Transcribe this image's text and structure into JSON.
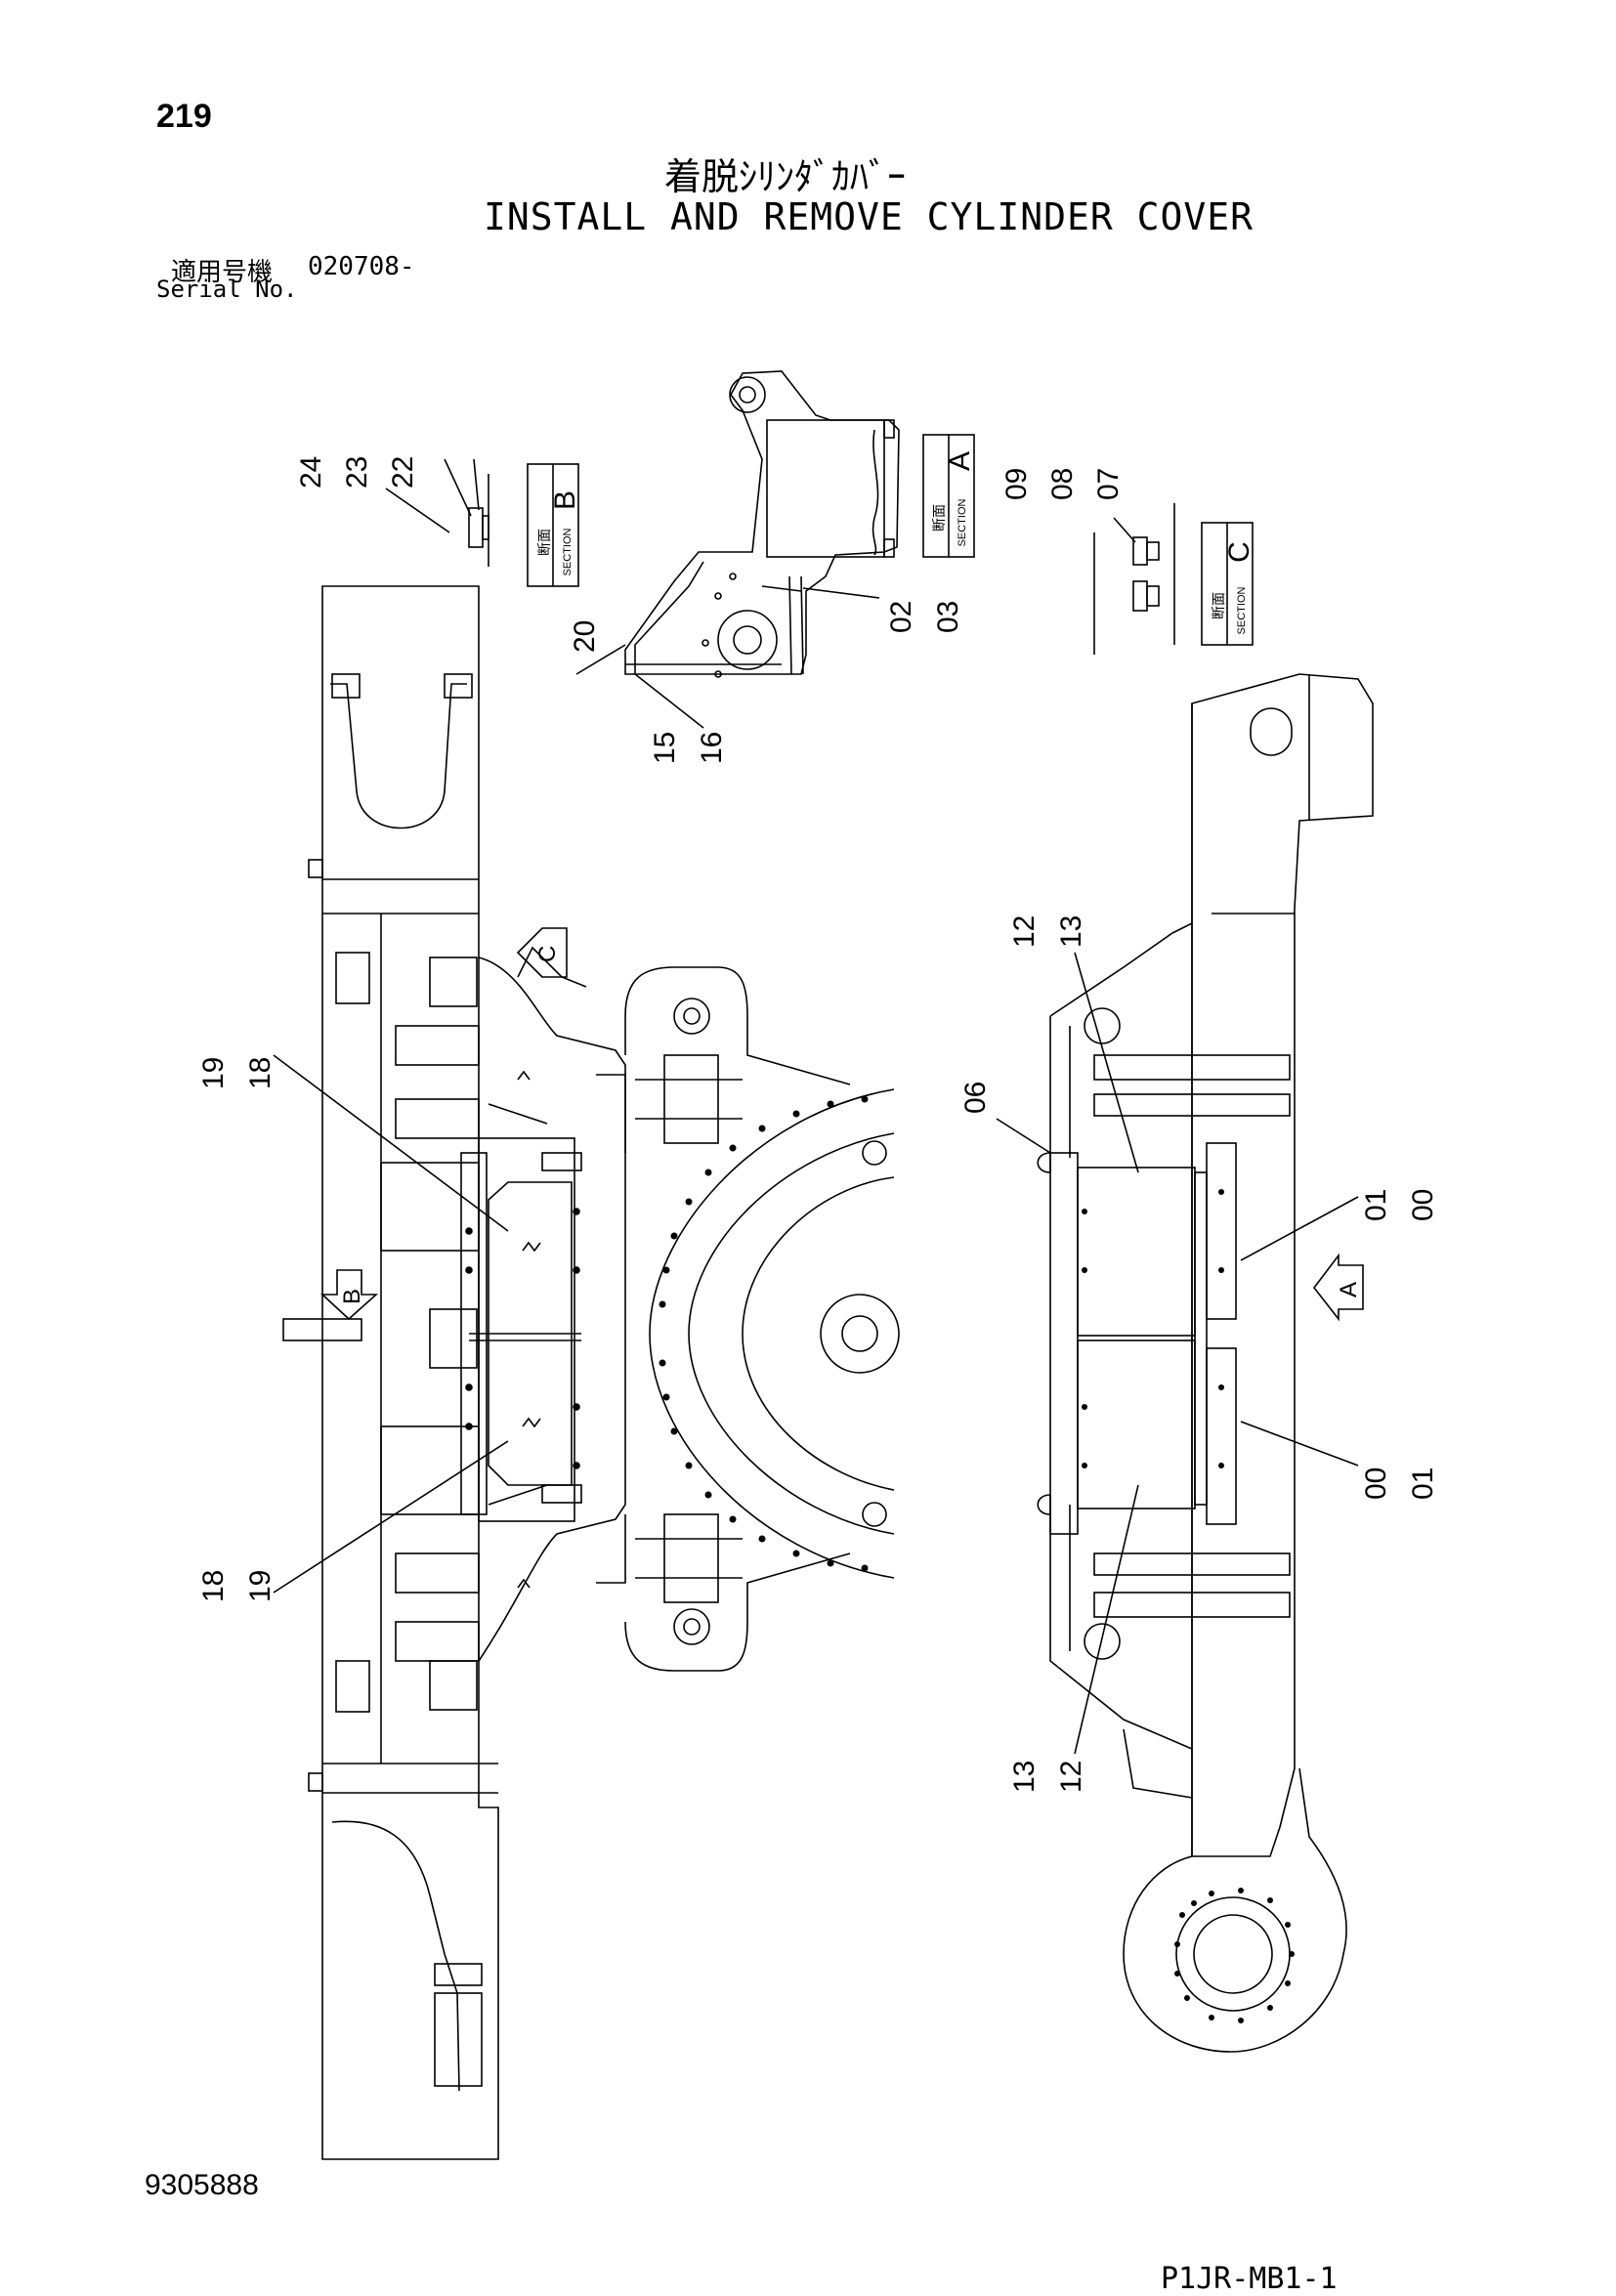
{
  "header": {
    "page_number": "219",
    "title_jp": "着脱ｼﾘﾝﾀﾞｶﾊﾞｰ",
    "title_en": "INSTALL AND REMOVE CYLINDER COVER",
    "serial_label_jp": "適用号機",
    "serial_value": "020708-",
    "serial_label_en": "Serial No."
  },
  "sections": {
    "a": {
      "letter": "A",
      "jp": "断面",
      "en": "SECTION"
    },
    "b": {
      "letter": "B",
      "jp": "断面",
      "en": "SECTION"
    },
    "c": {
      "letter": "C",
      "jp": "断面",
      "en": "SECTION"
    }
  },
  "view_arrows": {
    "a": "A",
    "b": "B",
    "c": "C"
  },
  "callouts": {
    "sec_b": [
      "24",
      "23",
      "22"
    ],
    "sec_c": [
      "09",
      "08",
      "07"
    ],
    "sec_a_right": [
      "02",
      "03"
    ],
    "sec_a_left": "20",
    "sec_a_bottom": [
      "15",
      "16"
    ],
    "left_upper": [
      "19",
      "18"
    ],
    "left_lower": [
      "18",
      "19"
    ],
    "right_top": [
      "12",
      "13"
    ],
    "right_06": "06",
    "right_upper": [
      "01",
      "00"
    ],
    "right_lower": [
      "00",
      "01"
    ],
    "right_bottom": [
      "13",
      "12"
    ]
  },
  "footer": {
    "drawing_number": "9305888",
    "figure_code": "P1JR-MB1-1"
  }
}
